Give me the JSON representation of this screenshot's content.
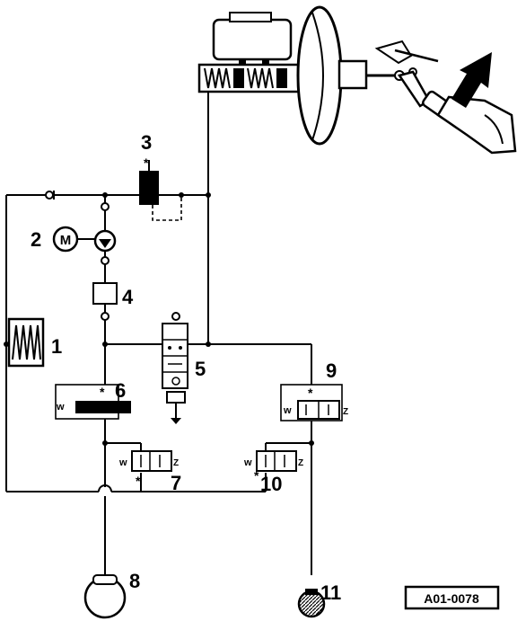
{
  "labels": {
    "c1": "1",
    "c2": "2",
    "c3": "3",
    "c4": "4",
    "c5": "5",
    "c6": "6",
    "c7": "7",
    "c8": "8",
    "c9": "9",
    "c10": "10",
    "c11": "11"
  },
  "pump_motor_symbol": "M",
  "valve_coil_symbol": "Z",
  "reference_code": "A01-0078",
  "colors": {
    "line": "#000000",
    "background": "#ffffff",
    "arrow": "#000000"
  }
}
